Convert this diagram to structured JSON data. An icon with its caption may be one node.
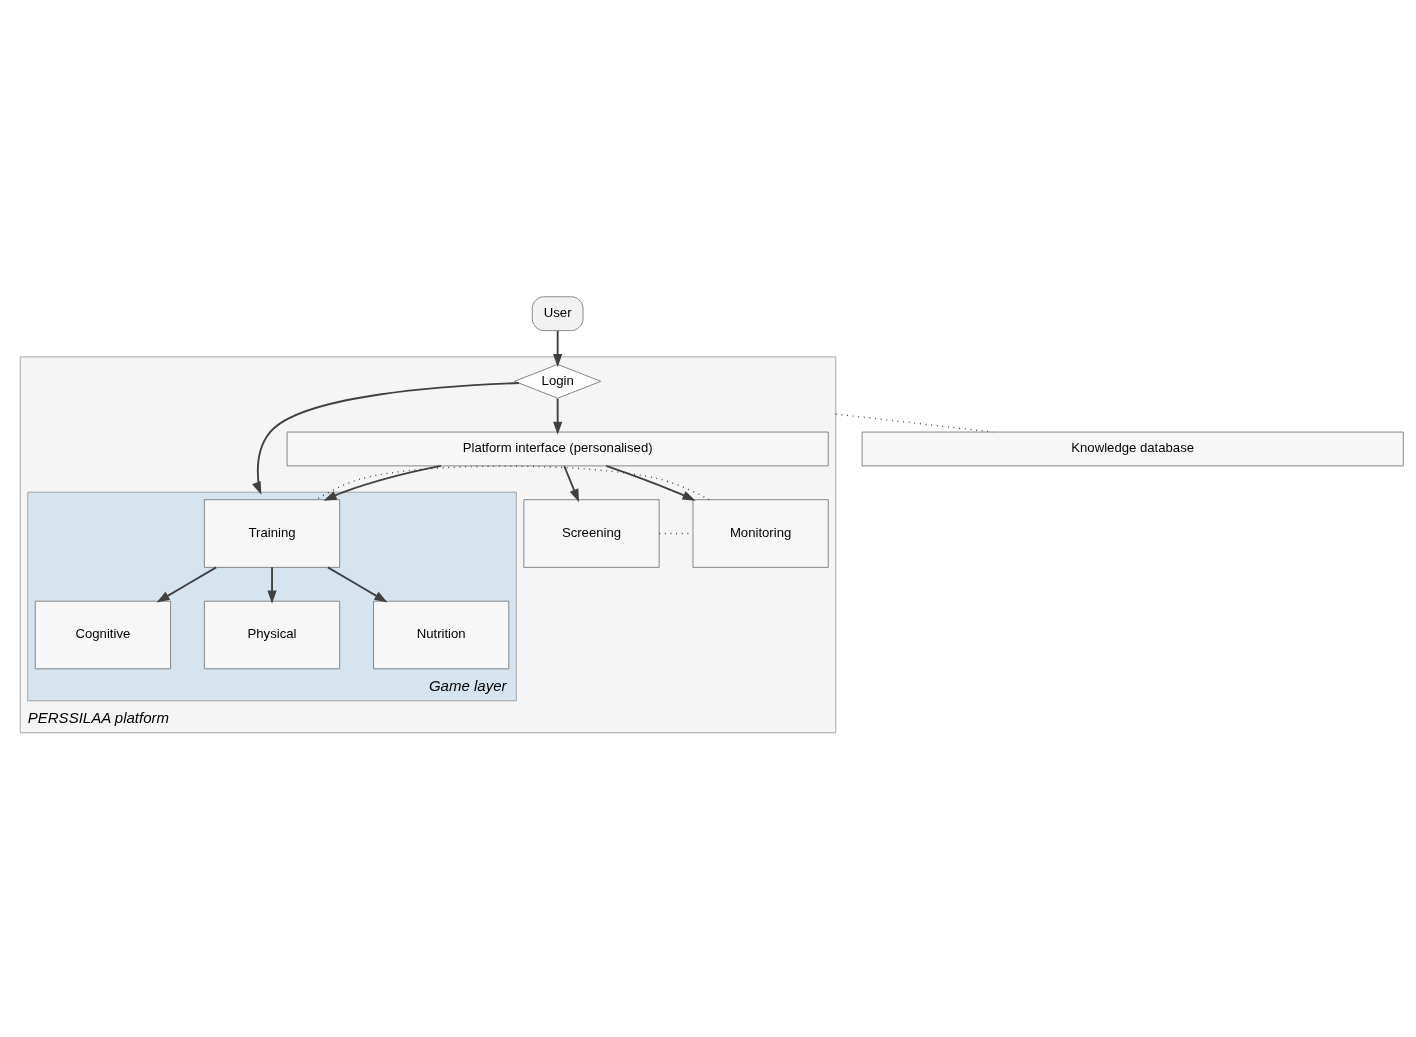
{
  "diagram": {
    "nodes": [
      {
        "text": [
          "User"
        ]
      },
      {
        "text": [
          "PERSSILAA platform"
        ]
      },
      {
        "text": [
          "Login"
        ],
        "in": 1
      },
      {
        "text": [
          "Game layer"
        ],
        "in": 1
      },
      {
        "text": [
          "Platform interface (personalised)"
        ],
        "in": 1
      },
      {
        "text": [
          "Screening"
        ],
        "in": 1
      },
      {
        "text": [
          "Monitoring"
        ],
        "in": 1
      },
      {
        "text": [
          "Training"
        ],
        "in": 3
      },
      {
        "text": [
          "Cognitive"
        ],
        "in": 3
      },
      {
        "text": [
          "Physical"
        ],
        "in": 3
      },
      {
        "text": [
          "Nutrition"
        ],
        "in": 3
      },
      {
        "text": [
          "Knowledge database"
        ]
      }
    ],
    "edges": [
      {
        "from": 0,
        "to": 2,
        "arrow": "to"
      },
      {
        "from": 2,
        "to": 4,
        "arrow": "to"
      },
      {
        "from": 2,
        "to": 3,
        "arrow": "to"
      },
      {
        "from": 4,
        "to": 5,
        "arrow": "to"
      },
      {
        "from": 4,
        "to": 6,
        "arrow": "to"
      },
      {
        "from": 4,
        "to": 7,
        "arrow": "to"
      },
      {
        "from": 5,
        "to": 6,
        "arrow": "none",
        "style": "dashed"
      },
      {
        "from": 6,
        "to": 7,
        "arrow": "none",
        "style": "dashed"
      },
      {
        "from": 7,
        "to": 8,
        "arrow": "to"
      },
      {
        "from": 7,
        "to": 9,
        "arrow": "to"
      },
      {
        "from": 7,
        "to": 10,
        "arrow": "to"
      },
      {
        "from": 1,
        "to": 11,
        "arrow": "none",
        "style": "dashed"
      }
    ]
  }
}
